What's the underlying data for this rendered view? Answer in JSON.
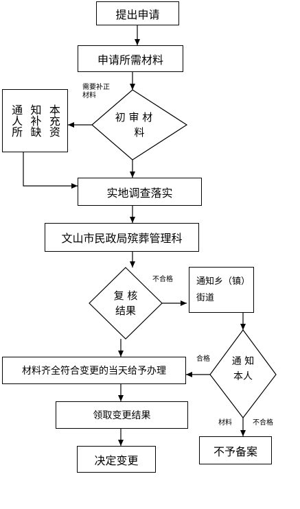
{
  "nodes": {
    "submit": "提出申请",
    "materials": "申请所需材料",
    "initial_review_line1": "初 审 材",
    "initial_review_line2": "料",
    "notify_supplement_col1": "通人所",
    "notify_supplement_col2": "知补缺",
    "notify_supplement_col3": "本充资",
    "onsite": "实地调查落实",
    "bureau": "文山市民政局殡葬管理科",
    "recheck_line1": "复 核",
    "recheck_line2": "结果",
    "notify_street_line1": "通知乡（镇）",
    "notify_street_line2": "街道",
    "notify_person_line1": "通 知",
    "notify_person_line2": "本人",
    "same_day": "材料齐全符合变更的当天给予办理",
    "receive": "领取变更结果",
    "decide": "决定变更",
    "no_record": "不予备案"
  },
  "labels": {
    "need_supplement_line1": "需要补正",
    "need_supplement_line2": "材料",
    "fail_1": "不合格",
    "pass": "合格",
    "materials_small": "材料",
    "fail_2": "不合格"
  }
}
